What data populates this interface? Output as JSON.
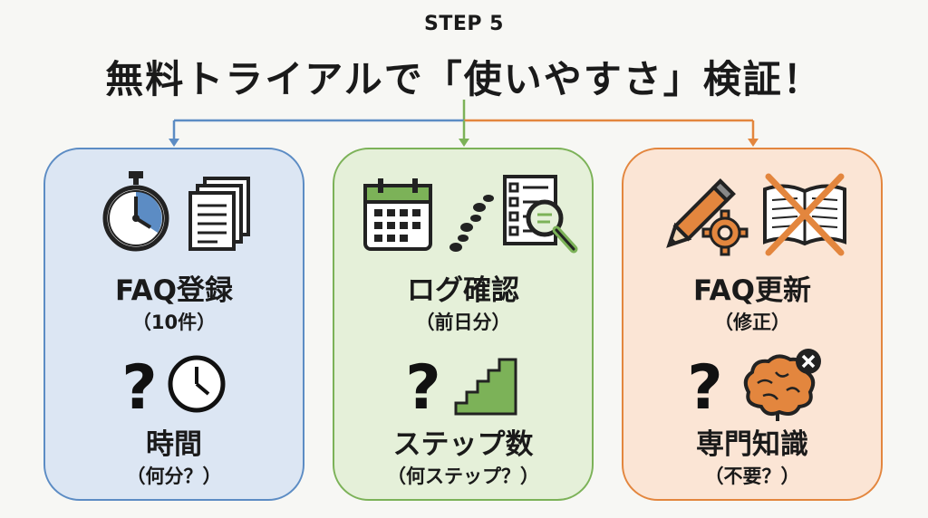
{
  "header": {
    "step": "STEP 5",
    "title": "無料トライアルで「使いやすさ」検証！"
  },
  "colors": {
    "blue": "#5c8cc4",
    "green": "#7cb258",
    "orange": "#e3863e"
  },
  "cards": [
    {
      "icons": [
        "stopwatch-icon",
        "documents-icon"
      ],
      "label": "FAQ登録",
      "sub": "（10件）",
      "question_icons": [
        "question-mark-icon",
        "clock-icon"
      ],
      "metric": "時間",
      "metric_sub": "（何分？）"
    },
    {
      "icons": [
        "calendar-icon",
        "footprints-icon",
        "checklist-magnifier-icon"
      ],
      "label": "ログ確認",
      "sub": "（前日分）",
      "question_icons": [
        "question-mark-icon",
        "stairs-icon"
      ],
      "metric": "ステップ数",
      "metric_sub": "（何ステップ？）"
    },
    {
      "icons": [
        "pencil-gear-icon",
        "crossed-book-icon"
      ],
      "label": "FAQ更新",
      "sub": "（修正）",
      "question_icons": [
        "question-mark-icon",
        "brain-x-icon"
      ],
      "metric": "専門知識",
      "metric_sub": "（不要？）"
    }
  ]
}
